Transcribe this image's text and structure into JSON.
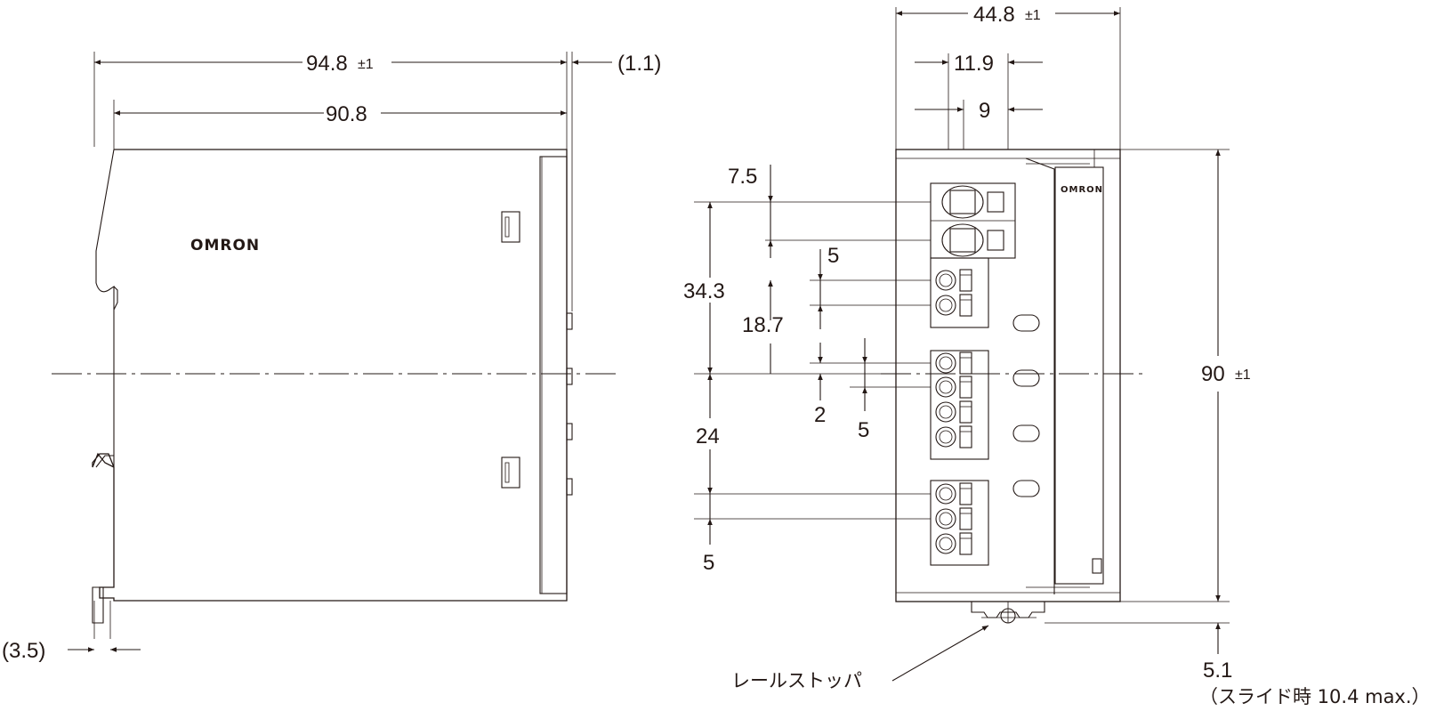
{
  "side_view": {
    "logo": "OMRON",
    "dim_overall": "94.8",
    "dim_overall_tol": "±1",
    "dim_body": "90.8",
    "dim_front_gap": "(1.1)",
    "dim_clip": "(3.5)"
  },
  "front_view": {
    "logo": "OMRON",
    "dim_width": "44.8",
    "dim_width_tol": "±1",
    "dim_11_9": "11.9",
    "dim_9": "9",
    "dim_7_5": "7.5",
    "dim_5_a": "5",
    "dim_34_3": "34.3",
    "dim_18_7": "18.7",
    "dim_2": "2",
    "dim_5_b": "5",
    "dim_24": "24",
    "dim_5_c": "5",
    "dim_height": "90",
    "dim_height_tol": "±1",
    "dim_5_1": "5.1",
    "slide_note": "（スライド時 10.4 max.）",
    "rail_stopper_label": "レールストッパ"
  }
}
